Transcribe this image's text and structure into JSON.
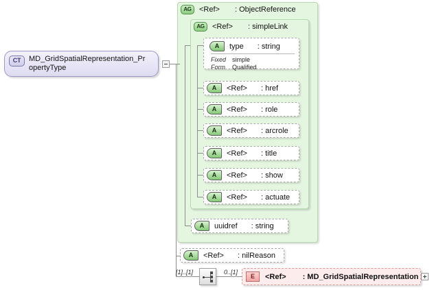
{
  "diagram": {
    "kind": "xsd-schema-diagram",
    "root": {
      "badge": "CT",
      "badge_name": "complextype-badge",
      "label": "MD_GridSpatialRepresentation_PropertyType",
      "collapse_icon": "minus-box"
    },
    "groups": [
      {
        "badge": "AG",
        "ref": "<Ref>",
        "type": ": ObjectReference"
      },
      {
        "badge": "AG",
        "ref": "<Ref>",
        "type": ": simpleLink"
      }
    ],
    "type_attribute": {
      "badge": "A",
      "name": "type",
      "type": ": string",
      "facets": {
        "keys": [
          "Fixed",
          "Form"
        ],
        "values": [
          "simple",
          "Qualified"
        ]
      }
    },
    "simplelink_attributes": [
      {
        "badge": "A",
        "name": "<Ref>",
        "type": ": href"
      },
      {
        "badge": "A",
        "name": "<Ref>",
        "type": ": role"
      },
      {
        "badge": "A",
        "name": "<Ref>",
        "type": ": arcrole"
      },
      {
        "badge": "A",
        "name": "<Ref>",
        "type": ": title"
      },
      {
        "badge": "A",
        "name": "<Ref>",
        "type": ": show"
      },
      {
        "badge": "A",
        "name": "<Ref>",
        "type": ": actuate"
      }
    ],
    "uuidref_attribute": {
      "badge": "A",
      "name": "uuidref",
      "type": ": string"
    },
    "nilreason_attribute": {
      "badge": "A",
      "name": "<Ref>",
      "type": ": nilReason"
    },
    "compositor": {
      "type": "sequence",
      "icon": "sequence-compositor-icon",
      "cardinality_left": "[1]..[1]",
      "cardinality_right": "0..[1]"
    },
    "element": {
      "badge": "E",
      "ref": "<Ref>",
      "type": ": MD_GridSpatialRepresentation",
      "expand_icon": "plus-box"
    },
    "colors": {
      "group_fill": "#e4f5e0",
      "group_border": "#b4d9ac",
      "attr_badge": "#84c877",
      "complextype_fill": "#e7e5f6",
      "complextype_border": "#9a97c4",
      "element_fill": "#fdecec",
      "element_border": "#d89a9a",
      "connector": "#8c8c8c"
    }
  }
}
